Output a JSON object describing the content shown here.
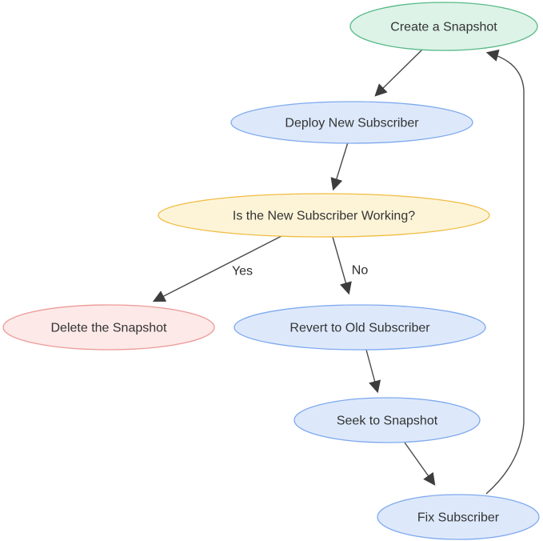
{
  "diagram": {
    "type": "flowchart",
    "background": "#ffffff",
    "text_color": "#333333",
    "edge_color": "#4a4a4a",
    "arrowhead_color": "#3d3d3d",
    "nodes": [
      {
        "id": "create-snapshot",
        "label": "Create a Snapshot",
        "shape": "ellipse",
        "fill": "#ddf3e7",
        "stroke": "#57b987"
      },
      {
        "id": "deploy-new-subscriber",
        "label": "Deploy New Subscriber",
        "shape": "ellipse",
        "fill": "#dde9fb",
        "stroke": "#7fa9ef"
      },
      {
        "id": "is-new-subscriber-working",
        "label": "Is the New Subscriber Working?",
        "shape": "ellipse",
        "fill": "#fdf4d8",
        "stroke": "#f0bc42"
      },
      {
        "id": "delete-the-snapshot",
        "label": "Delete the Snapshot",
        "shape": "ellipse",
        "fill": "#fce9e8",
        "stroke": "#ec9a97"
      },
      {
        "id": "revert-to-old-subscriber",
        "label": "Revert to Old Subscriber",
        "shape": "ellipse",
        "fill": "#dde9fb",
        "stroke": "#7fa9ef"
      },
      {
        "id": "seek-to-snapshot",
        "label": "Seek to Snapshot",
        "shape": "ellipse",
        "fill": "#dde9fb",
        "stroke": "#7fa9ef"
      },
      {
        "id": "fix-subscriber",
        "label": "Fix Subscriber",
        "shape": "ellipse",
        "fill": "#dde9fb",
        "stroke": "#7fa9ef"
      }
    ],
    "edges": [
      {
        "from": "create-snapshot",
        "to": "deploy-new-subscriber",
        "label": ""
      },
      {
        "from": "deploy-new-subscriber",
        "to": "is-new-subscriber-working",
        "label": ""
      },
      {
        "from": "is-new-subscriber-working",
        "to": "delete-the-snapshot",
        "label": "Yes"
      },
      {
        "from": "is-new-subscriber-working",
        "to": "revert-to-old-subscriber",
        "label": "No"
      },
      {
        "from": "revert-to-old-subscriber",
        "to": "seek-to-snapshot",
        "label": ""
      },
      {
        "from": "seek-to-snapshot",
        "to": "fix-subscriber",
        "label": ""
      },
      {
        "from": "fix-subscriber",
        "to": "create-snapshot",
        "label": ""
      }
    ]
  }
}
